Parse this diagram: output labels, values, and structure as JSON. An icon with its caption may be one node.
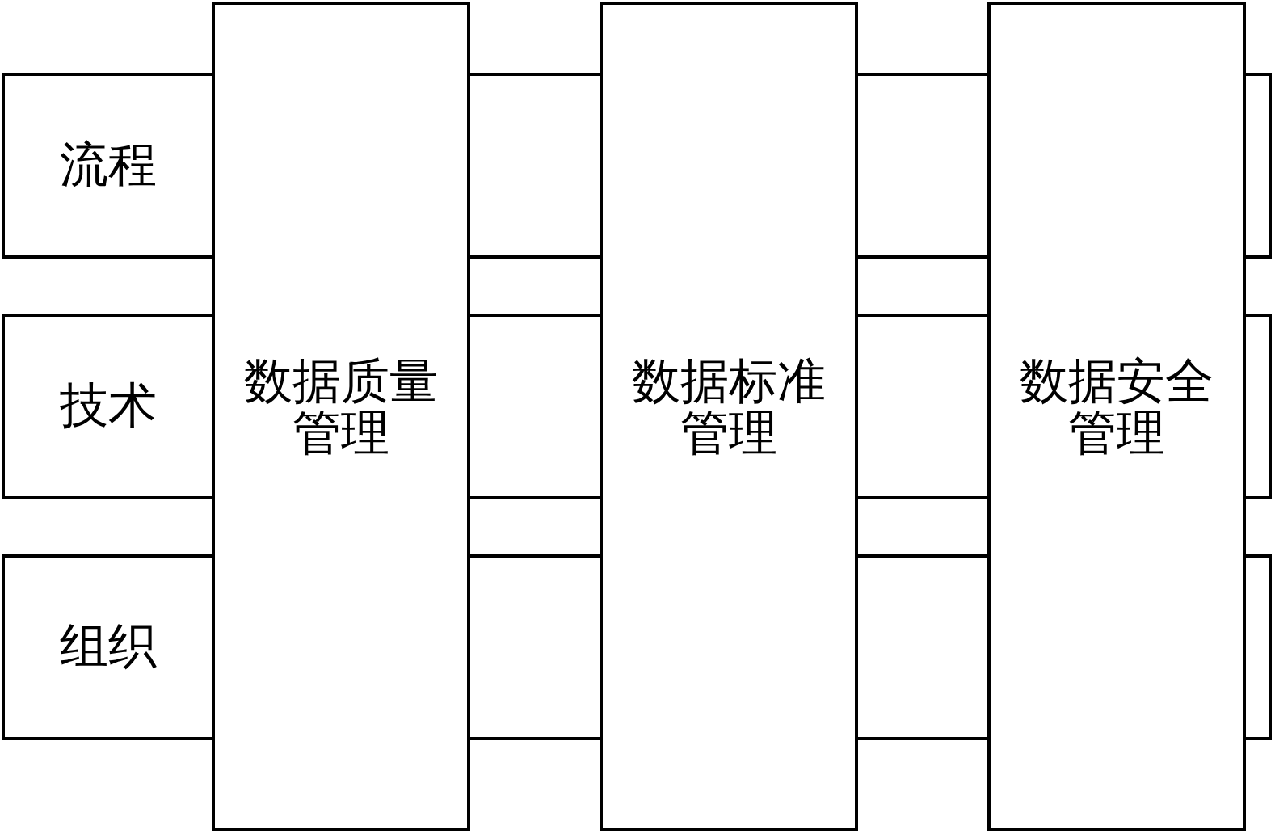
{
  "diagram": {
    "nodes": [
      {
        "text": [
          "流程"
        ]
      },
      {
        "text": [
          "技术"
        ]
      },
      {
        "text": [
          "组织"
        ]
      },
      {
        "text": [
          "数据质量管理"
        ]
      },
      {
        "text": [
          "数据标准管理"
        ]
      },
      {
        "text": [
          "数据安全管理"
        ]
      }
    ]
  }
}
